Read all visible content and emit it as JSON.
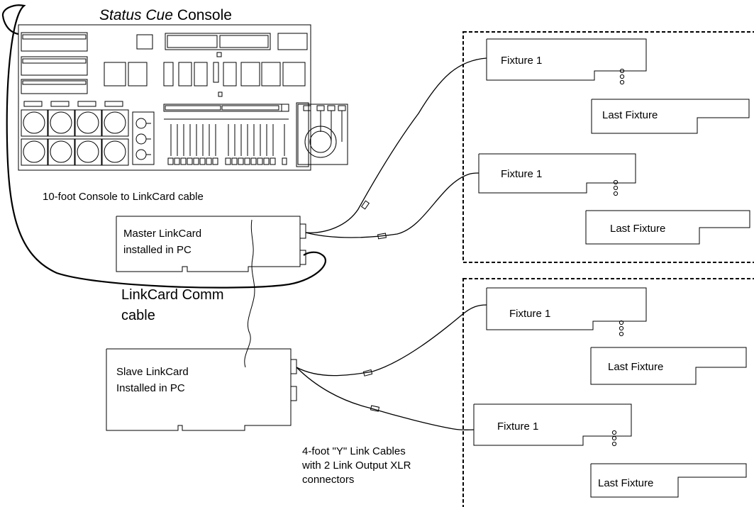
{
  "console": {
    "title_italic": "Status Cue",
    "title_plain": "Console"
  },
  "labels": {
    "console_cable": "10-foot Console to LinkCard cable",
    "comm_cable_line1": "LinkCard Comm",
    "comm_cable_line2": "cable",
    "y_cable_line1": "4-foot \"Y\" Link Cables",
    "y_cable_line2": "with 2 Link Output XLR",
    "y_cable_line3": "connectors"
  },
  "cards": {
    "master_line1": "Master LinkCard",
    "master_line2": "installed in PC",
    "slave_line1": "Slave LinkCard",
    "slave_line2": "Installed in PC"
  },
  "fixtures": {
    "first": "Fixture 1",
    "last": "Last Fixture"
  }
}
